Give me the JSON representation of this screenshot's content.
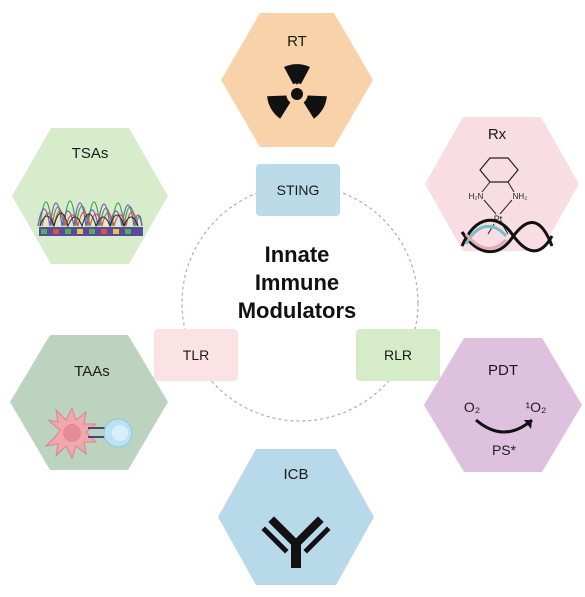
{
  "center": {
    "lines": [
      "Innate",
      "Immune",
      "Modulators"
    ]
  },
  "hexagons": {
    "rt": {
      "label": "RT",
      "color": "#f8d2a8",
      "icon": "radiation-icon"
    },
    "tsas": {
      "label": "TSAs",
      "color": "#d7eccb",
      "icon": "sequencing-chromatogram-icon"
    },
    "rx": {
      "label": "Rx",
      "color": "#f8dde2",
      "icon": "cisplatin-dna-icon"
    },
    "taas": {
      "label": "TAAs",
      "color": "#bcd3bf",
      "icon": "dendritic-t-cell-icon"
    },
    "pdt": {
      "label": "PDT",
      "color": "#ddc1df",
      "icon": "photosensitizer-reaction-icon"
    },
    "icb": {
      "label": "ICB",
      "color": "#b8d9ea",
      "icon": "antibody-icon"
    }
  },
  "pathways": {
    "sting": {
      "label": "STING",
      "color": "#bcdbe9"
    },
    "tlr": {
      "label": "TLR",
      "color": "#fbe2e4"
    },
    "rlr": {
      "label": "RLR",
      "color": "#d6ebc7"
    }
  },
  "rx_structure": {
    "h2n_left": "H₂N",
    "nh2_right": "NH₂",
    "metal": "Pt"
  },
  "pdt_reaction": {
    "reactant": "O₂",
    "product": "¹O₂",
    "catalyst": "PS*"
  }
}
